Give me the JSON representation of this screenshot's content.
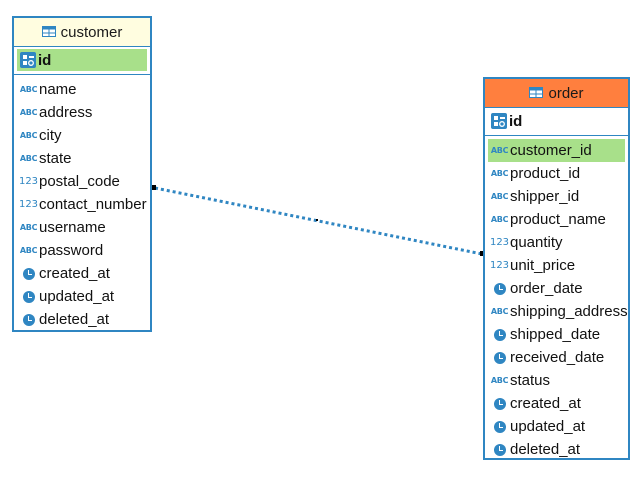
{
  "colors": {
    "border": "#2f86c2",
    "customer_header": "#fffde0",
    "order_header": "#ff7f3e",
    "highlight": "#a8e08a"
  },
  "customer": {
    "title": "customer",
    "pk": "id",
    "columns": [
      {
        "name": "name",
        "type": "abc"
      },
      {
        "name": "address",
        "type": "abc"
      },
      {
        "name": "city",
        "type": "abc"
      },
      {
        "name": "state",
        "type": "abc"
      },
      {
        "name": "postal_code",
        "type": "num"
      },
      {
        "name": "contact_number",
        "type": "num"
      },
      {
        "name": "username",
        "type": "abc"
      },
      {
        "name": "password",
        "type": "abc"
      },
      {
        "name": "created_at",
        "type": "time"
      },
      {
        "name": "updated_at",
        "type": "time"
      },
      {
        "name": "deleted_at",
        "type": "time"
      }
    ]
  },
  "order": {
    "title": "order",
    "pk": "id",
    "columns": [
      {
        "name": "customer_id",
        "type": "abc",
        "highlight": true
      },
      {
        "name": "product_id",
        "type": "abc"
      },
      {
        "name": "shipper_id",
        "type": "abc"
      },
      {
        "name": "product_name",
        "type": "abc"
      },
      {
        "name": "quantity",
        "type": "num"
      },
      {
        "name": "unit_price",
        "type": "num"
      },
      {
        "name": "order_date",
        "type": "time"
      },
      {
        "name": "shipping_address",
        "type": "abc"
      },
      {
        "name": "shipped_date",
        "type": "time"
      },
      {
        "name": "received_date",
        "type": "time"
      },
      {
        "name": "status",
        "type": "abc"
      },
      {
        "name": "created_at",
        "type": "time"
      },
      {
        "name": "updated_at",
        "type": "time"
      },
      {
        "name": "deleted_at",
        "type": "time"
      }
    ]
  }
}
